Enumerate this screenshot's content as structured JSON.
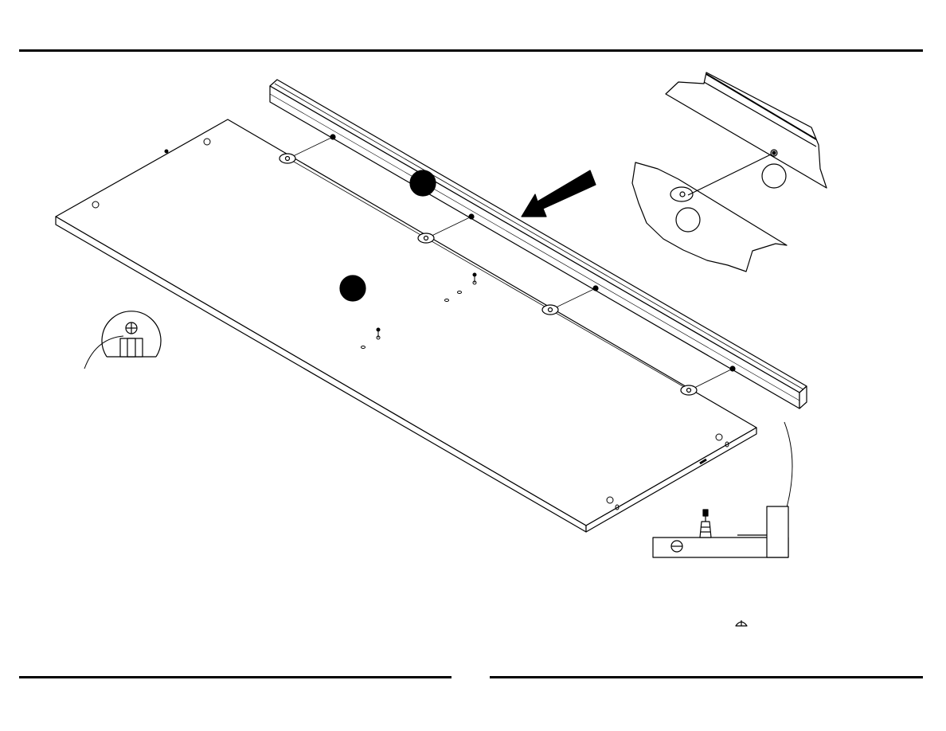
{
  "page": {
    "type": "assembly-instruction-step",
    "printed_text": []
  },
  "illustration": {
    "main_parts": [
      "panel",
      "rail"
    ],
    "cam_lock_count": 4,
    "rail_cam_bolt_count": 4,
    "step_markers": 2,
    "detail_callouts": [
      "cam-lock-detail",
      "rail-connection-detail",
      "screw-detail"
    ],
    "direction_arrow": "toward-panel",
    "line_color": "#000000",
    "fill_color": "#ffffff"
  }
}
